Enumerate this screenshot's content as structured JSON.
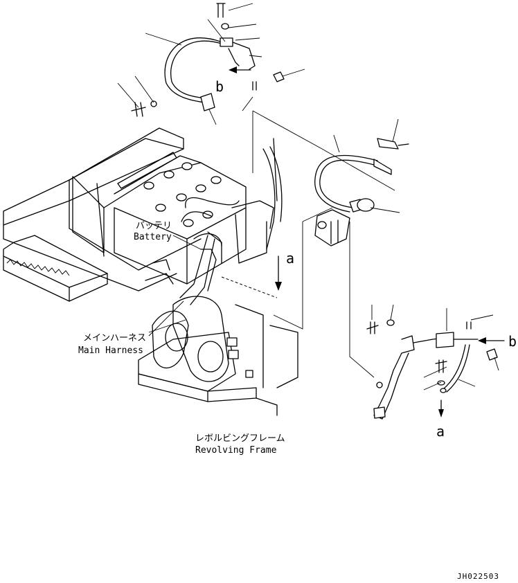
{
  "labels": {
    "battery_jp": "バッテリ",
    "battery_en": "Battery",
    "main_harness_jp": "メインハーネス",
    "main_harness_en": "Main Harness",
    "revolving_frame_jp": "レボルビングフレーム",
    "revolving_frame_en": "Revolving Frame",
    "callout_a": "a",
    "callout_b": "b",
    "drawing_id": "JH022503"
  }
}
